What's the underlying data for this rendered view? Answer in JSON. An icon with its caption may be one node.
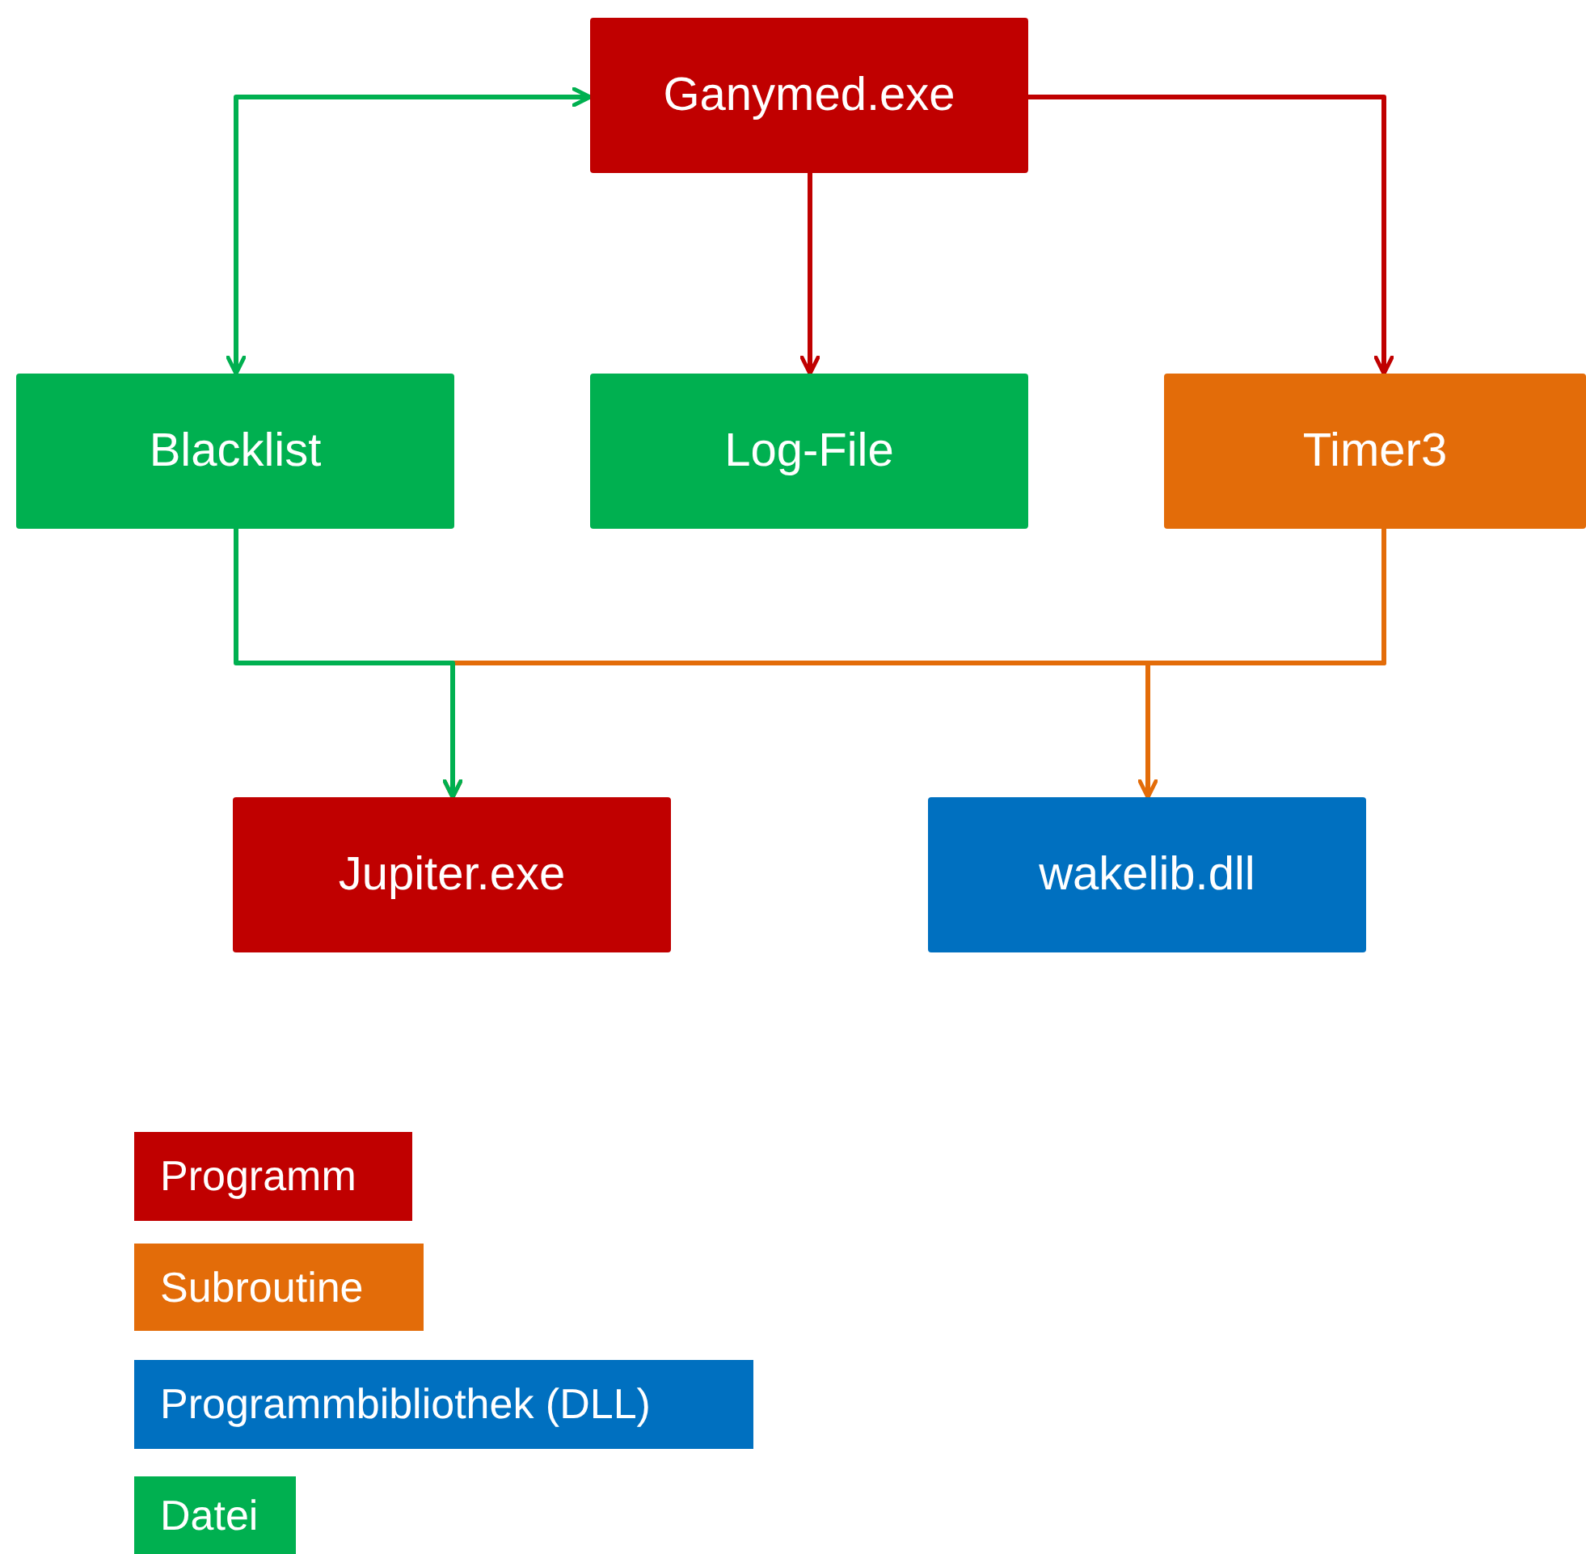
{
  "diagram": {
    "nodes": [
      {
        "text": [
          "Ganymed.exe"
        ]
      },
      {
        "text": [
          "Blacklist"
        ]
      },
      {
        "text": [
          "Log-File"
        ]
      },
      {
        "text": [
          "Timer3"
        ]
      },
      {
        "text": [
          "Jupiter.exe"
        ]
      },
      {
        "text": [
          "wakelib.dll"
        ]
      }
    ],
    "edges": [
      {
        "from": 0,
        "to": 1,
        "arrow": "both",
        "color": "#00b050"
      },
      {
        "from": 0,
        "to": 2,
        "arrow": "to",
        "color": "#c00000"
      },
      {
        "from": 0,
        "to": 3,
        "arrow": "to",
        "color": "#c00000"
      },
      {
        "from": 3,
        "to": 4,
        "arrow": "to",
        "color": "#e36c09"
      },
      {
        "from": 3,
        "to": 5,
        "arrow": "to",
        "color": "#e36c09"
      },
      {
        "from": 1,
        "to": 4,
        "arrow": "to",
        "color": "#00b050"
      }
    ],
    "legend": [
      {
        "text": "Programm",
        "color": "#c00000"
      },
      {
        "text": "Subroutine",
        "color": "#e36c09"
      },
      {
        "text": "Programmbibliothek (DLL)",
        "color": "#0070c0"
      },
      {
        "text": "Datei",
        "color": "#00b050"
      }
    ]
  }
}
